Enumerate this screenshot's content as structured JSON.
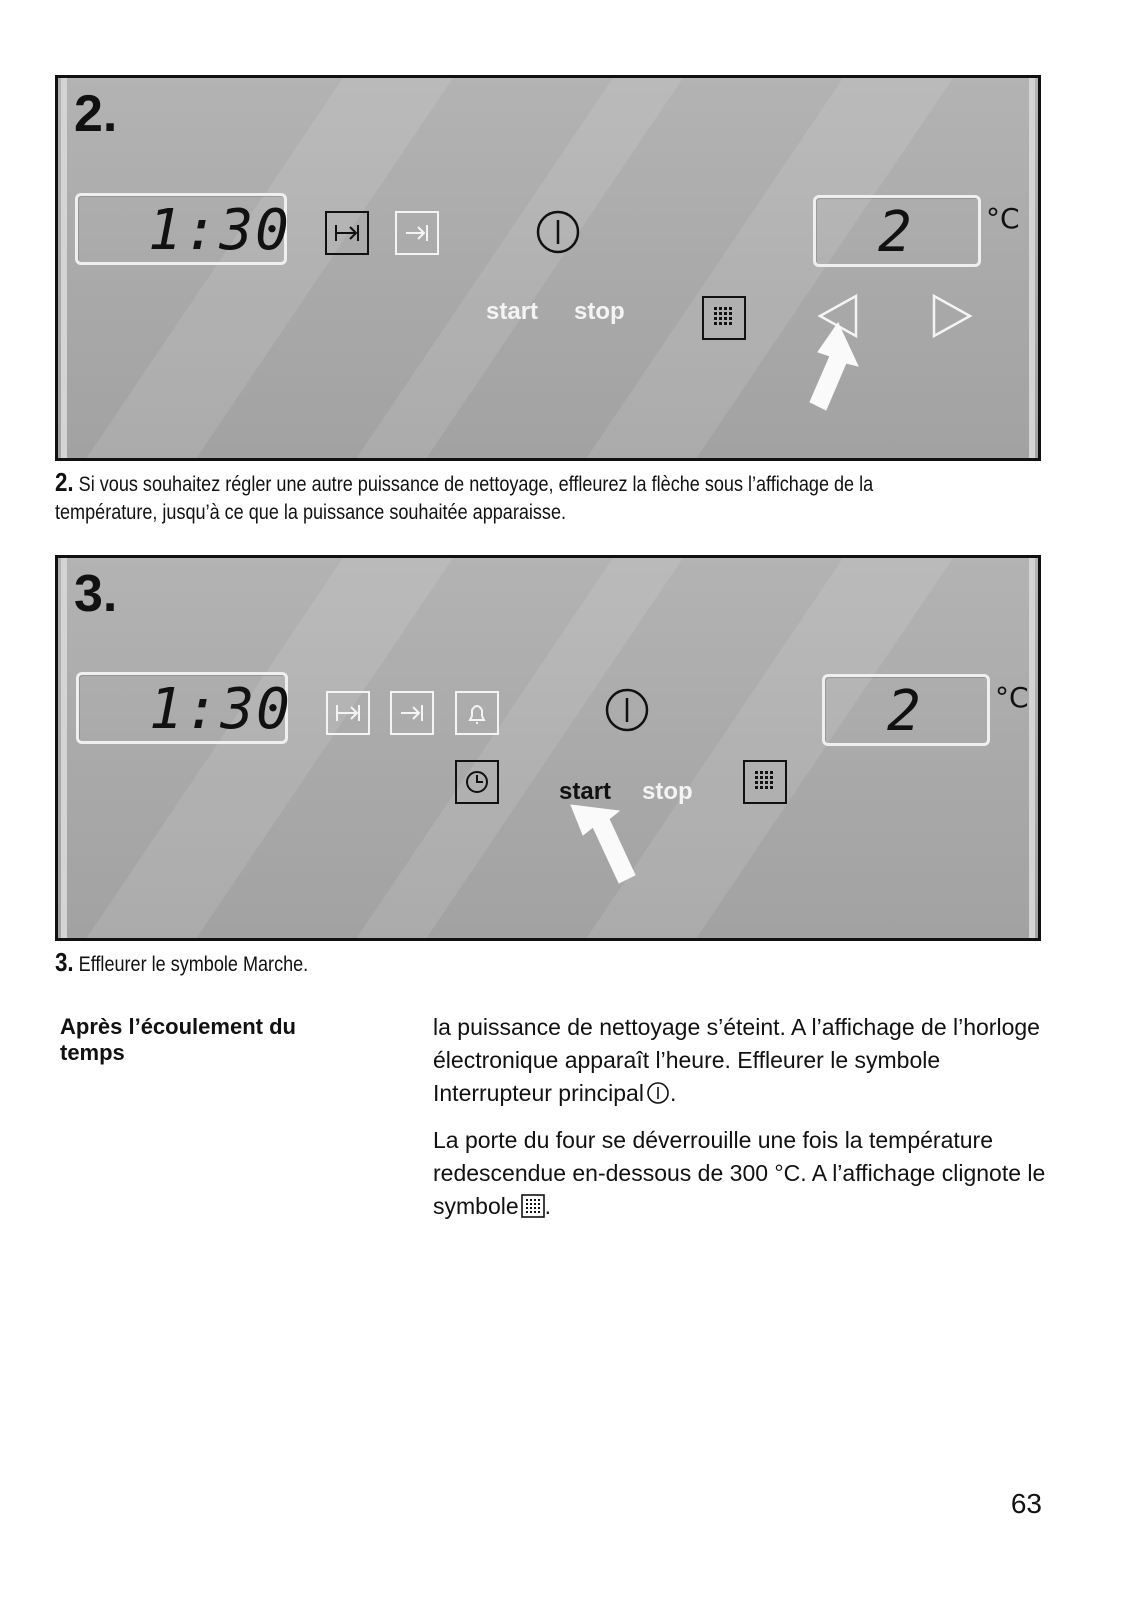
{
  "panel2": {
    "step": "2.",
    "clock": "1:30",
    "temp": "2",
    "unit": "°C",
    "start_label": "start",
    "stop_label": "stop",
    "icons": [
      "cooking-time-icon",
      "end-time-icon",
      "power-icon",
      "grid-icon",
      "arrow-left-icon",
      "arrow-right-icon",
      "pointer-arrow"
    ]
  },
  "caption2": {
    "num": "2.",
    "line1": "Si vous souhaitez régler une autre puissance de nettoyage, effleurez la flèche sous l’affichage de la",
    "line2": "température, jusqu’à ce que la puissance souhaitée apparaisse."
  },
  "panel3": {
    "step": "3.",
    "clock": "1:30",
    "temp": "2",
    "unit": "°C",
    "start_label": "start",
    "stop_label": "stop",
    "icons": [
      "cooking-time-icon",
      "end-time-icon",
      "timer-bell-icon",
      "clock-icon",
      "power-icon",
      "grid-icon",
      "pointer-arrow"
    ]
  },
  "caption3": {
    "num": "3.",
    "text": "Effleurer le symbole Marche."
  },
  "section": {
    "heading": "Après l’écoulement du temps",
    "para1": "la puissance de nettoyage s’éteint. A l’affichage de l’horloge électronique apparaît l’heure. Effleurer le symbole Interrupteur principal",
    "para1_end": ".",
    "para2": "La porte du four se déverrouille une fois la température redescendue en-dessous de 300 °C. A l’affichage clignote le symbole",
    "para2_end": "."
  },
  "page_number": "63"
}
